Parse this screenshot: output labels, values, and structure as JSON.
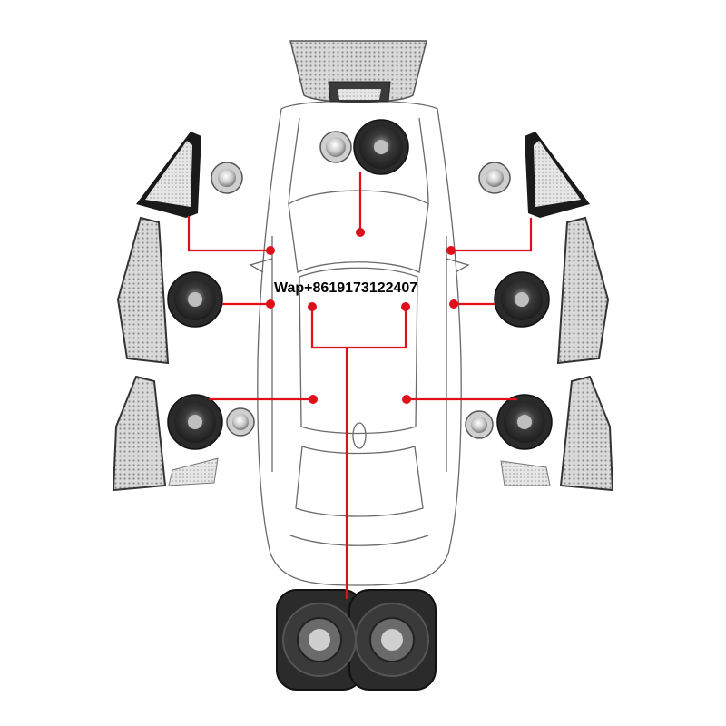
{
  "watermark": {
    "text": "Wap+8619173122407"
  },
  "colors": {
    "connector": "#e0101a",
    "outline": "#555555",
    "trim_dark": "#1a1a1a",
    "grille": "#c9c9c9",
    "cone": "#4a4a4a"
  },
  "components": [
    {
      "name": "overhead-center-speaker",
      "icon": "dome-speaker-icon"
    },
    {
      "name": "center-midrange-speaker",
      "icon": "speaker-cone-icon"
    },
    {
      "name": "center-tweeter",
      "icon": "tweeter-icon"
    },
    {
      "name": "front-left-a-pillar-tweeter",
      "icon": "tweeter-trim-icon"
    },
    {
      "name": "front-right-a-pillar-tweeter",
      "icon": "tweeter-trim-icon"
    },
    {
      "name": "front-left-door-midrange",
      "icon": "speaker-cone-icon"
    },
    {
      "name": "front-right-door-midrange",
      "icon": "speaker-cone-icon"
    },
    {
      "name": "rear-left-door-midrange",
      "icon": "speaker-cone-icon"
    },
    {
      "name": "rear-right-door-midrange",
      "icon": "speaker-cone-icon"
    },
    {
      "name": "under-seat-subwoofers",
      "icon": "subwoofer-icon"
    }
  ]
}
